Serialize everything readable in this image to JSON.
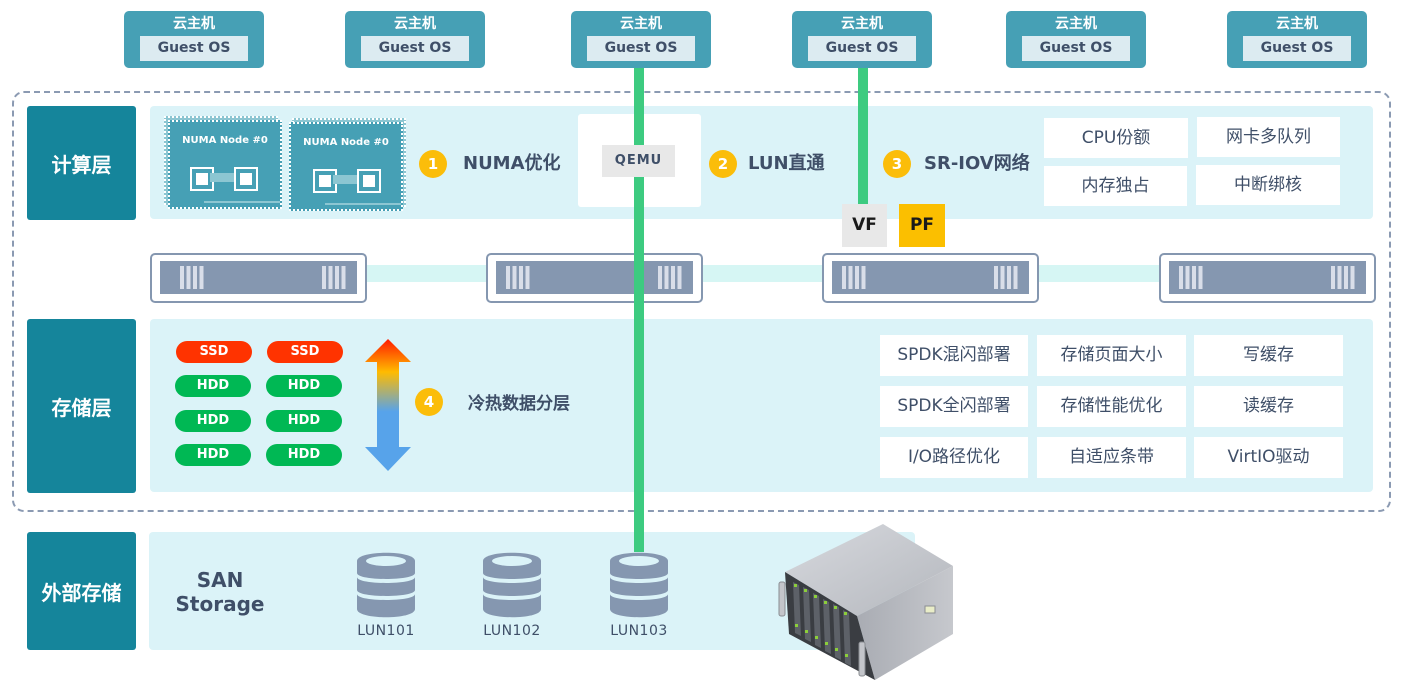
{
  "vms": [
    {
      "title": "云主机",
      "os": "Guest OS"
    },
    {
      "title": "云主机",
      "os": "Guest OS"
    },
    {
      "title": "云主机",
      "os": "Guest OS"
    },
    {
      "title": "云主机",
      "os": "Guest OS"
    },
    {
      "title": "云主机",
      "os": "Guest OS"
    },
    {
      "title": "云主机",
      "os": "Guest OS"
    }
  ],
  "layers": {
    "compute": "计算层",
    "storage": "存储层",
    "external": "外部存储"
  },
  "compute": {
    "numa_nodes": [
      "NUMA Node #0",
      "NUMA Node #0"
    ],
    "features": [
      {
        "number": "1",
        "title": "NUMA优化"
      },
      {
        "number": "2",
        "title": "LUN直通"
      },
      {
        "number": "3",
        "title": "SR-IOV网络"
      }
    ],
    "qemu": "QEMU",
    "vf": "VF",
    "pf": "PF",
    "tags": [
      "CPU份额",
      "网卡多队列",
      "内存独占",
      "中断绑核"
    ]
  },
  "storage": {
    "disks": [
      "SSD",
      "SSD",
      "HDD",
      "HDD",
      "HDD",
      "HDD",
      "HDD",
      "HDD"
    ],
    "feature": {
      "number": "4",
      "title": "冷热数据分层"
    },
    "tags": [
      "SPDK混闪部署",
      "存储页面大小",
      "写缓存",
      "SPDK全闪部署",
      "存储性能优化",
      "读缓存",
      "I/O路径优化",
      "自适应条带",
      "VirtIO驱动"
    ]
  },
  "external": {
    "title_line1": "SAN",
    "title_line2": "Storage",
    "luns": [
      "LUN101",
      "LUN102",
      "LUN103"
    ]
  },
  "colors": {
    "layer_label": "#15859b",
    "vm": "#46a0b5",
    "panel": "#dbf3f8",
    "badge": "#fbbd0a",
    "path_line": "#3dcb80",
    "ssd": "#ff3300",
    "hdd": "#00b854",
    "pf": "#fbbf00"
  }
}
